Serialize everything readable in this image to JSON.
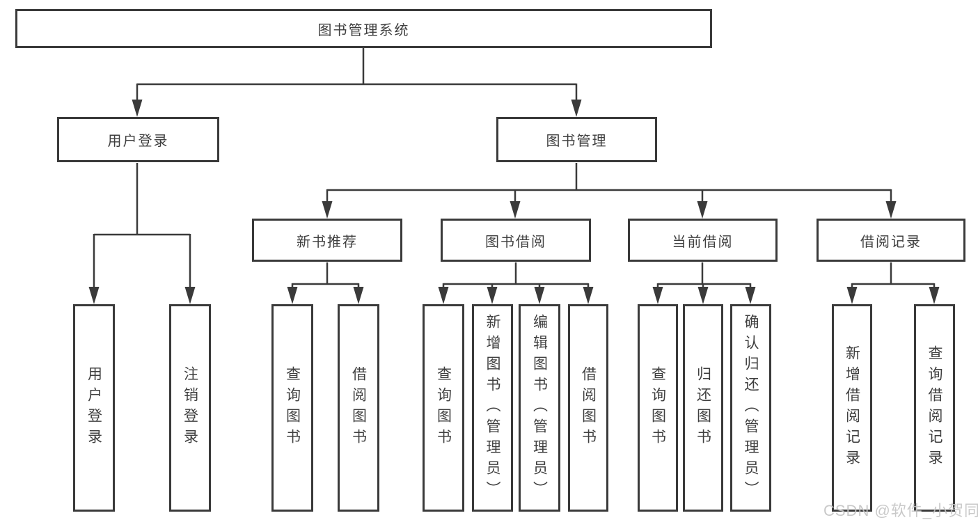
{
  "diagram": {
    "root": {
      "label": "图书管理系统"
    },
    "branches": {
      "user_login": {
        "label": "用户登录",
        "children": {
          "login": {
            "label": "用户登录"
          },
          "logout": {
            "label": "注销登录"
          }
        }
      },
      "book_management": {
        "label": "图书管理",
        "children": {
          "new_book_recommendation": {
            "label": "新书推荐",
            "children": {
              "query_books": {
                "label": "查询图书"
              },
              "borrow_books": {
                "label": "借阅图书"
              }
            }
          },
          "book_borrowing": {
            "label": "图书借阅",
            "children": {
              "query_books": {
                "label": "查询图书"
              },
              "add_books_admin": {
                "label": "新增图书（管理员）"
              },
              "edit_books_admin": {
                "label": "编辑图书（管理员）"
              },
              "borrow_books": {
                "label": "借阅图书"
              }
            }
          },
          "current_borrowing": {
            "label": "当前借阅",
            "children": {
              "query_books": {
                "label": "查询图书"
              },
              "return_books": {
                "label": "归还图书"
              },
              "confirm_return_admin": {
                "label": "确认归还（管理员）"
              }
            }
          },
          "borrowing_records": {
            "label": "借阅记录",
            "children": {
              "add_borrow_record": {
                "label": "新增借阅记录"
              },
              "query_borrow_record": {
                "label": "查询借阅记录"
              }
            }
          }
        }
      }
    }
  },
  "watermark": {
    "text": "CSDN @软件_小贺同学",
    "color": "#c4c4c4"
  },
  "colors": {
    "line": "#3a3a3a",
    "text": "#3f3f3f",
    "background": "#ffffff"
  }
}
